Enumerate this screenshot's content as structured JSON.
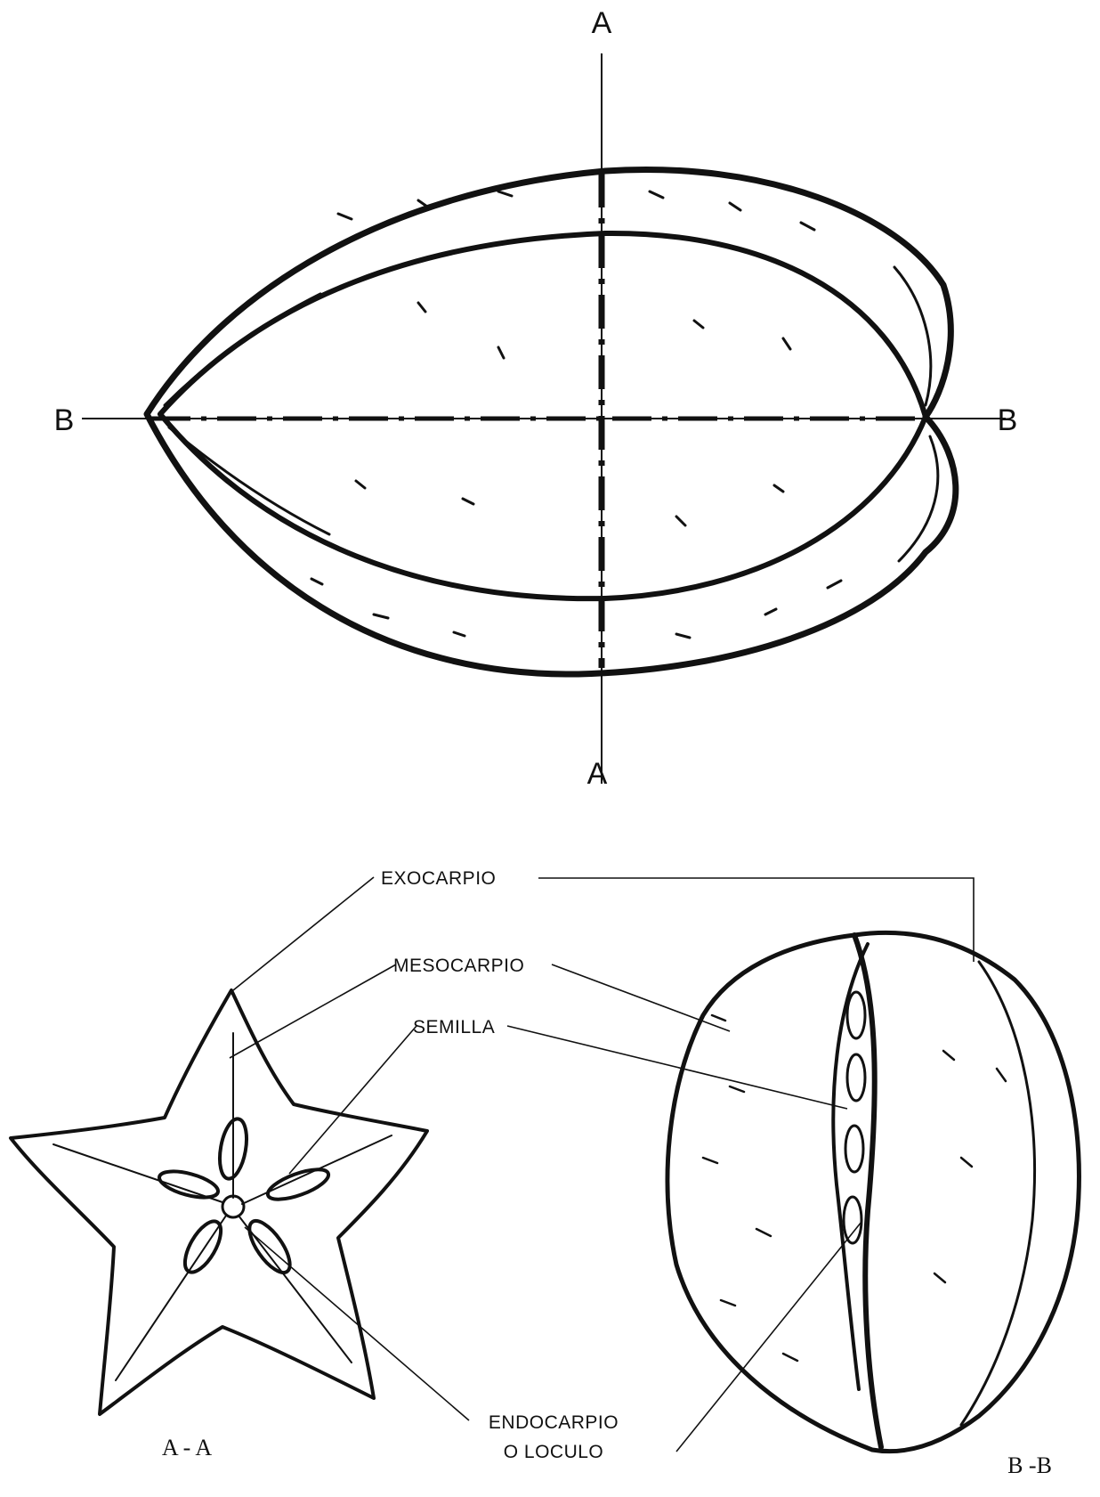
{
  "section_marks": {
    "a_top": "A",
    "a_bottom": "A",
    "b_left": "B",
    "b_right": "B"
  },
  "callouts": {
    "exocarpio": "EXOCARPIO",
    "mesocarpio": "MESOCARPIO",
    "semilla": "SEMILLA",
    "endocarpio_line1": "ENDOCARPIO",
    "endocarpio_line2": "O LOCULO"
  },
  "section_titles": {
    "cross": "A - A",
    "longitudinal": "B -B"
  },
  "colors": {
    "ink": "#111111",
    "paper": "#ffffff"
  }
}
